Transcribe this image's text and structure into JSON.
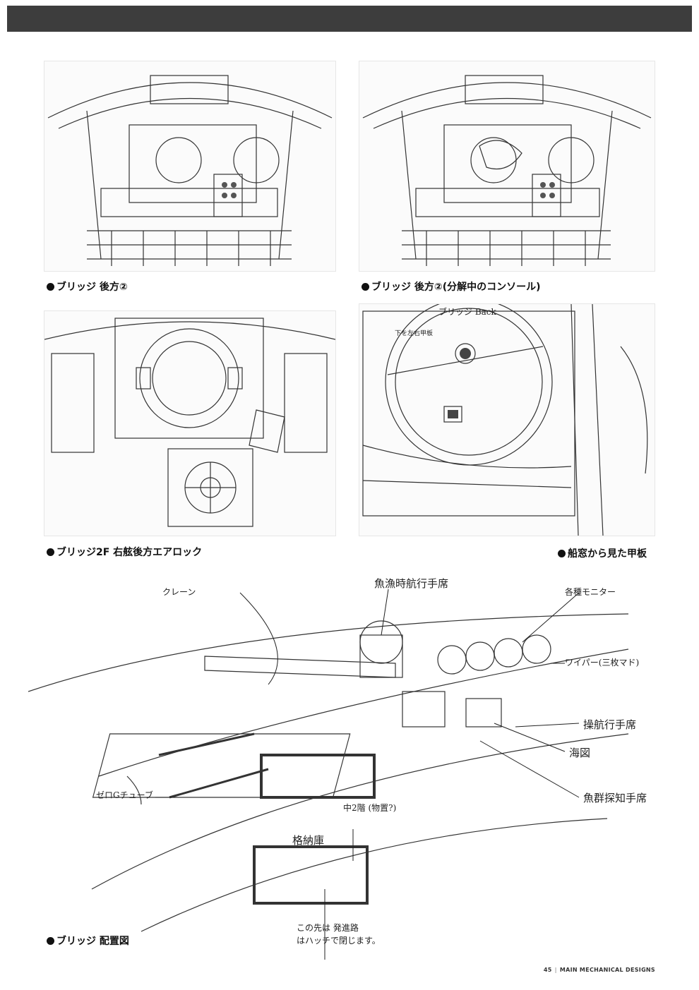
{
  "captions": {
    "top_left": "ブリッジ 後方②",
    "top_right": "ブリッジ 後方②(分解中のコンソール)",
    "mid_left": "ブリッジ2F 右舷後方エアロック",
    "mid_right": "船窓から見た甲板",
    "bottom": "ブリッジ 配置図"
  },
  "sketch_notes": {
    "bridge_back": "ブリッジ Back",
    "deck_note": "下を左右甲板"
  },
  "callouts": {
    "fishing_helm": "魚漁時航行手席",
    "crane": "クレーン",
    "monitors": "各種モニター",
    "wiper": "ワイパー(三枚マド)",
    "helm_seat": "操航行手席",
    "chart": "海図",
    "fish_finder": "魚群探知手席",
    "chute": "ゼロGチューブ",
    "storage": "格納庫",
    "middle_deck": "中2階 (物置?)",
    "note_line1": "この先は 発進路",
    "note_line2": "はハッチで閉じます。"
  },
  "footer": {
    "page_number": "45",
    "section": "MAIN MECHANICAL DESIGNS"
  }
}
